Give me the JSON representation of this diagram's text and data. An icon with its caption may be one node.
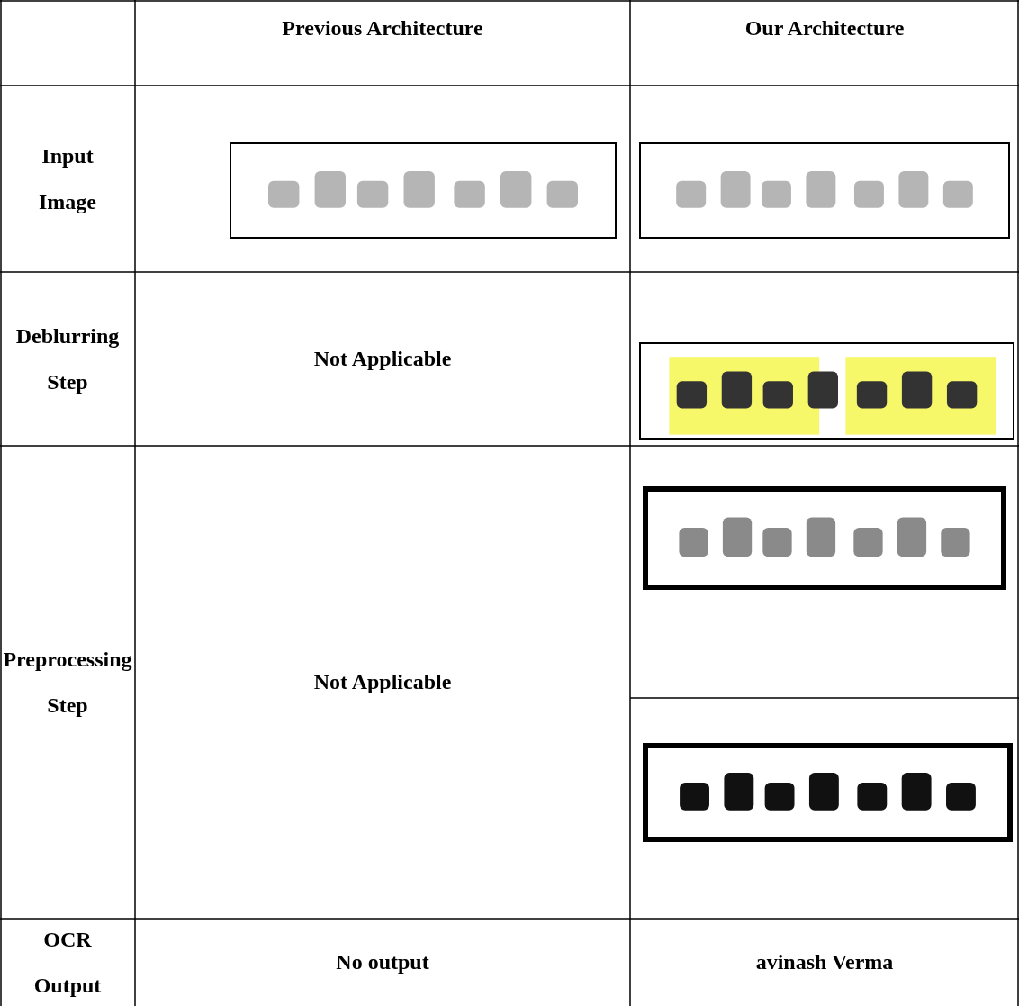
{
  "diagram": {
    "labels": [
      "Previous Architecture",
      "Our Architecture",
      "Input Image",
      "Deblurring Step",
      "Not Applicable",
      "Preprocessing Step",
      "Not Applicable",
      "OCR Output",
      "No output",
      "avinash Verma"
    ]
  }
}
